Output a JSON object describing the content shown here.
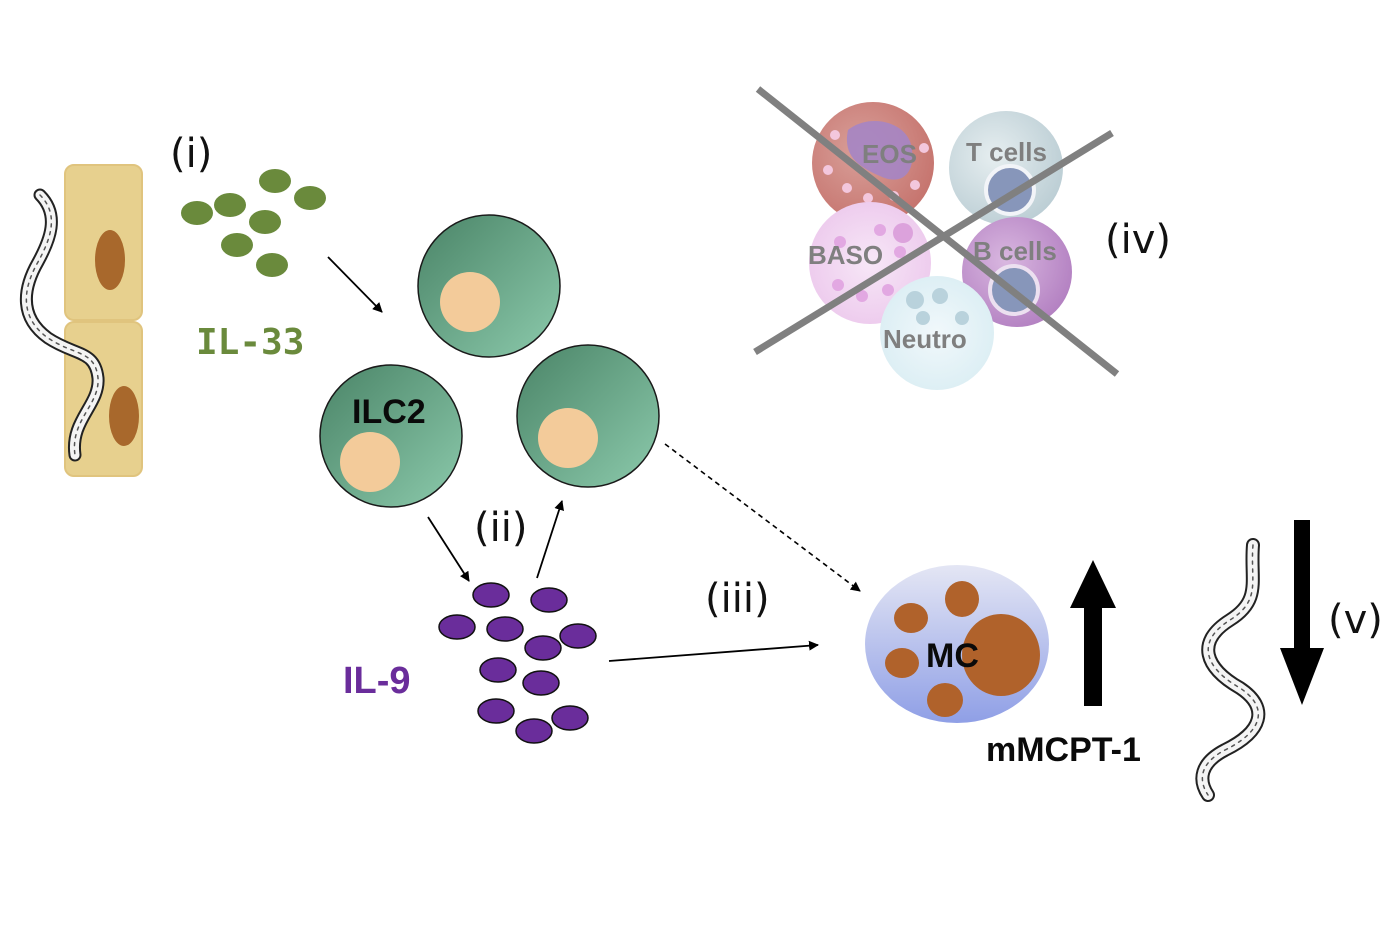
{
  "steps": {
    "i": "(i)",
    "ii": "(ii)",
    "iii": "(iii)",
    "iv": "(iv)",
    "v": "(v)"
  },
  "cytokines": {
    "il33": "IL-33",
    "il9": "IL-9"
  },
  "cells": {
    "ilc2": "ILC2",
    "mast_cell": "MC"
  },
  "excluded_cells": {
    "eos": "EOS",
    "t_cells": "T cells",
    "baso": "BASO",
    "b_cells": "B cells",
    "neutro": "Neutro"
  },
  "protease": "mMCPT-1",
  "colors": {
    "il33_particle": "#6a8a3c",
    "il9_particle": "#6a2d9b",
    "ilc2_cell_dark": "#4e8a6c",
    "ilc2_cell_light": "#86c6a6",
    "nucleus": "#f3cb9a",
    "epithelium": "#e7d08e",
    "epithelium_nucleus": "#a8682c",
    "mast_cell_granule": "#b0622b",
    "cross": "#808080"
  }
}
